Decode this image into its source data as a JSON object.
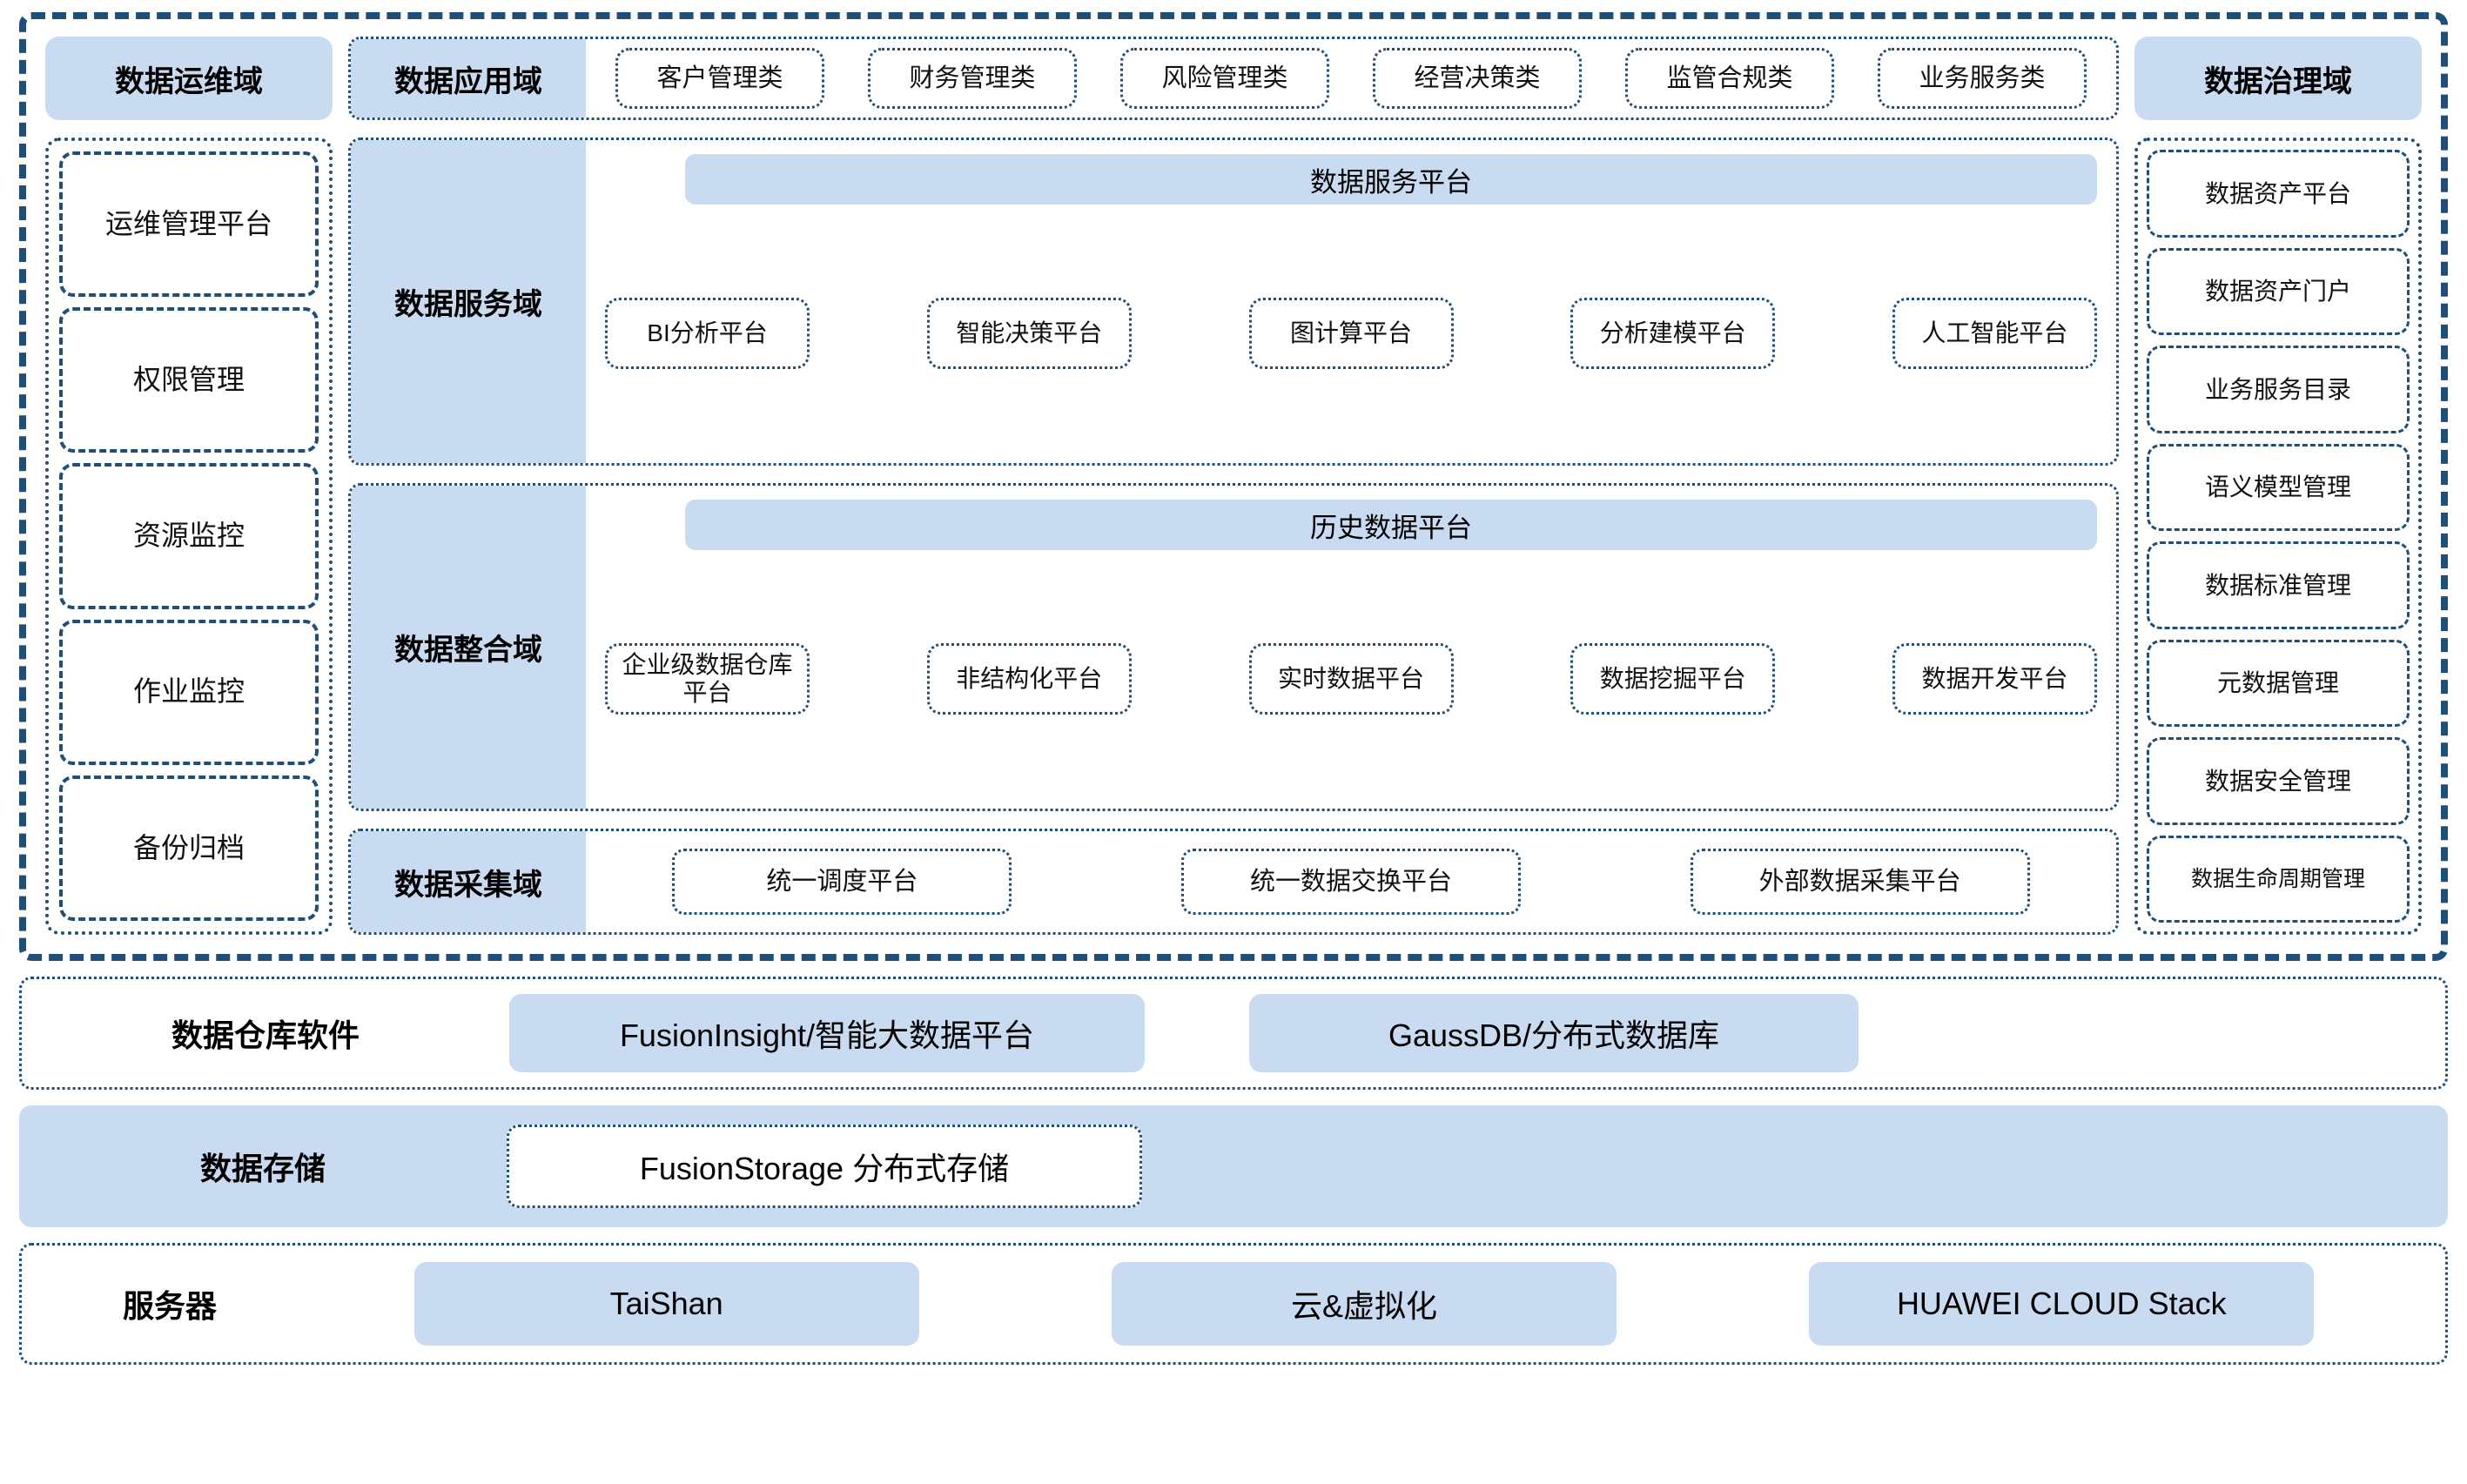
{
  "platform": {
    "ops_domain": {
      "title": "数据运维域",
      "items": [
        "运维管理平台",
        "权限管理",
        "资源监控",
        "作业监控",
        "备份归档"
      ]
    },
    "app_domain": {
      "title": "数据应用域",
      "categories": [
        "客户管理类",
        "财务管理类",
        "风险管理类",
        "经营决策类",
        "监管合规类",
        "业务服务类"
      ]
    },
    "gov_domain": {
      "title": "数据治理域",
      "items": [
        "数据资产平台",
        "数据资产门户",
        "业务服务目录",
        "语义模型管理",
        "数据标准管理",
        "元数据管理",
        "数据安全管理",
        "数据生命周期管理"
      ]
    },
    "service_domain": {
      "title": "数据服务域",
      "platform_bar": "数据服务平台",
      "tiles": [
        "BI分析平台",
        "智能决策平台",
        "图计算平台",
        "分析建模平台",
        "人工智能平台"
      ]
    },
    "integration_domain": {
      "title": "数据整合域",
      "platform_bar": "历史数据平台",
      "tiles": [
        "企业级数据仓库平台",
        "非结构化平台",
        "实时数据平台",
        "数据挖掘平台",
        "数据开发平台"
      ]
    },
    "collection_domain": {
      "title": "数据采集域",
      "tiles": [
        "统一调度平台",
        "统一数据交换平台",
        "外部数据采集平台"
      ]
    }
  },
  "warehouse_software": {
    "label": "数据仓库软件",
    "items": [
      "FusionInsight/智能大数据平台",
      "GaussDB/分布式数据库"
    ]
  },
  "data_storage": {
    "label": "数据存储",
    "items": [
      "FusionStorage 分布式存储"
    ]
  },
  "server": {
    "label": "服务器",
    "items": [
      "TaiShan",
      "云&虚拟化",
      "HUAWEI CLOUD Stack"
    ]
  },
  "colors": {
    "accent_blue": "#c9dbf1",
    "border_navy": "#1f4e79"
  }
}
